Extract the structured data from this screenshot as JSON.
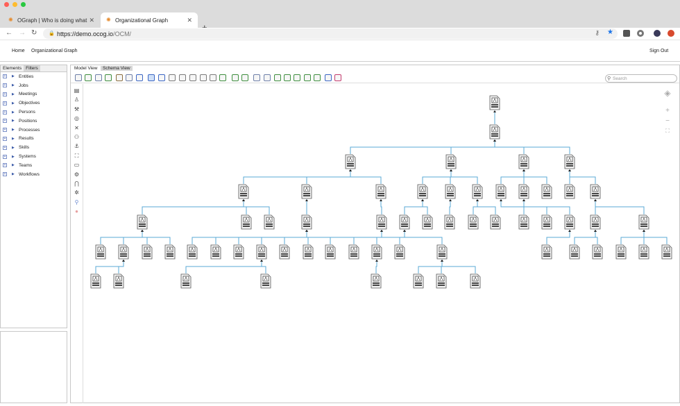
{
  "browser": {
    "tabs": [
      {
        "title": "OGraph | Who is doing what",
        "active": false
      },
      {
        "title": "Organizational Graph",
        "active": true
      }
    ],
    "url_host": "https://demo.ocog.io",
    "url_path": "/OCM/"
  },
  "app": {
    "nav_home": "Home",
    "nav_current": "Organizational Graph",
    "sign_out": "Sign Out"
  },
  "left_panel": {
    "tabs": [
      "Elements",
      "Filters"
    ],
    "items": [
      "Entities",
      "Jobs",
      "Meetings",
      "Objectives",
      "Persons",
      "Positions",
      "Processes",
      "Results",
      "Skills",
      "Systems",
      "Teams",
      "Workflows"
    ]
  },
  "graph_panel": {
    "tabs": [
      "Model View",
      "Schema View"
    ],
    "search_placeholder": "Search"
  },
  "colors": {
    "edge": "#5aa9d6",
    "accent": "#1a73e8"
  }
}
